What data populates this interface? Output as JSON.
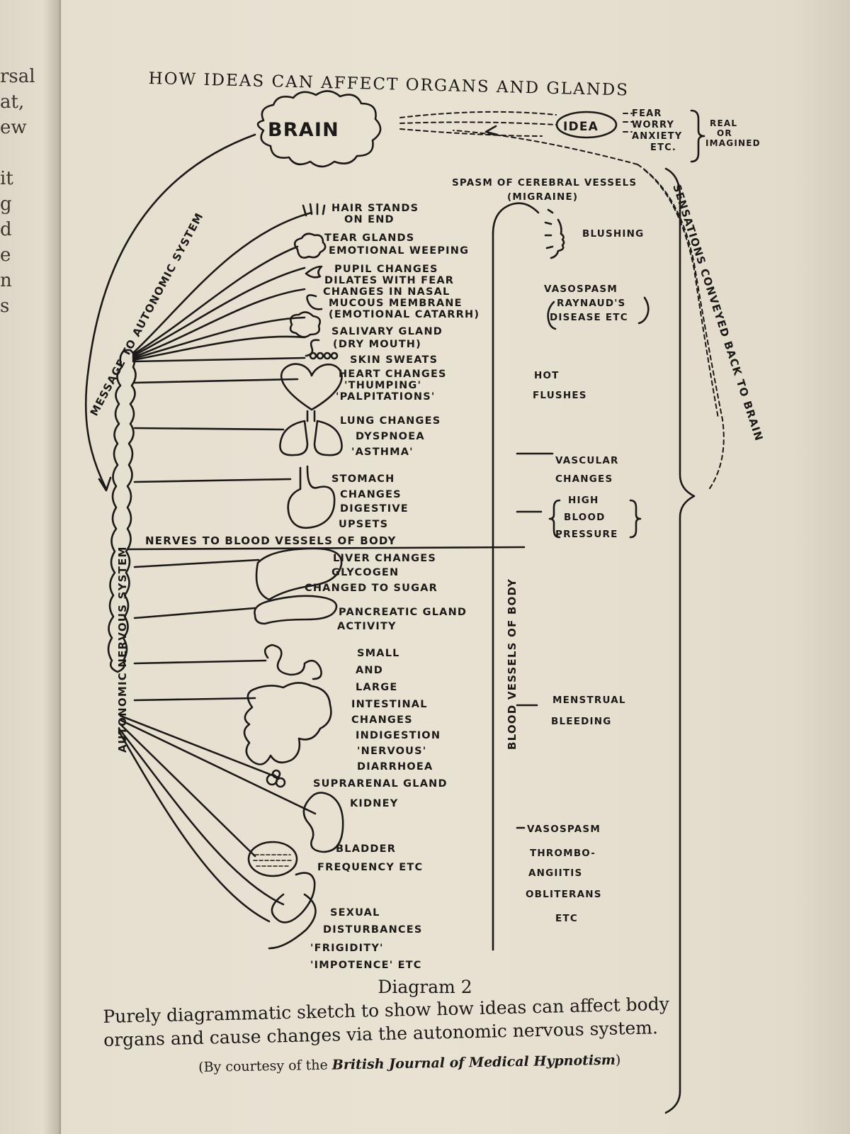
{
  "previous_page_fragments": [
    "rsal",
    "at,",
    "ew",
    "",
    "it",
    "g",
    "d",
    "e",
    "n",
    "s"
  ],
  "title": "HOW IDEAS CAN AFFECT ORGANS AND GLANDS",
  "diagram": {
    "brain": "BRAIN",
    "idea": "IDEA",
    "idea_causes": [
      "FEAR",
      "WORRY",
      "ANXIETY",
      "ETC."
    ],
    "real_or_imagined": [
      "REAL",
      "OR",
      "IMAGINED"
    ],
    "message_path": "MESSAGE TO AUTONOMIC SYSTEM",
    "return_path": "SENSATIONS CONVEYED BACK TO BRAIN",
    "spinal_label": "AUTONOMIC NERVOUS SYSTEM",
    "vessels_label": "BLOOD VESSELS OF BODY",
    "nerves_label": "NERVES TO BLOOD VESSELS OF BODY",
    "organ_labels": {
      "hair": [
        "HAIR STANDS",
        "ON END"
      ],
      "tear": [
        "TEAR GLANDS",
        "EMOTIONAL WEEPING"
      ],
      "pupil": [
        "PUPIL CHANGES",
        "DILATES WITH FEAR"
      ],
      "nasal": [
        "CHANGES IN NASAL",
        "MUCOUS MEMBRANE",
        "(EMOTIONAL CATARRH)"
      ],
      "salivary": [
        "SALIVARY GLAND",
        "(DRY MOUTH)"
      ],
      "skin": [
        "SKIN SWEATS"
      ],
      "heart": [
        "HEART CHANGES",
        "'THUMPING'",
        "'PALPITATIONS'"
      ],
      "lung": [
        "LUNG CHANGES",
        "DYSPNOEA",
        "'ASTHMA'"
      ],
      "stomach": [
        "STOMACH",
        "CHANGES",
        "DIGESTIVE",
        "UPSETS"
      ],
      "liver": [
        "LIVER CHANGES",
        "GLYCOGEN",
        "CHANGED TO SUGAR"
      ],
      "pancreas": [
        "PANCREATIC GLAND",
        "ACTIVITY"
      ],
      "intestine": [
        "SMALL",
        "AND",
        "LARGE",
        "INTESTINAL",
        "CHANGES",
        "INDIGESTION",
        "'NERVOUS'",
        "DIARRHOEA"
      ],
      "suprarenal": [
        "SUPRARENAL GLAND"
      ],
      "kidney": [
        "KIDNEY"
      ],
      "bladder": [
        "BLADDER",
        "FREQUENCY ETC"
      ],
      "sexual": [
        "SEXUAL",
        "DISTURBANCES",
        "'FRIGIDITY'",
        "'IMPOTENCE' ETC"
      ]
    },
    "vessel_labels": {
      "cerebral": [
        "SPASM OF CEREBRAL VESSELS",
        "(MIGRAINE)"
      ],
      "blushing": [
        "BLUSHING"
      ],
      "raynaud": [
        "VASOSPASM",
        "RAYNAUD'S",
        "DISEASE ETC"
      ],
      "flushes": [
        "HOT",
        "FLUSHES"
      ],
      "vascular": [
        "VASCULAR",
        "CHANGES"
      ],
      "pressure": [
        "HIGH",
        "BLOOD",
        "PRESSURE"
      ],
      "menstrual": [
        "MENSTRUAL",
        "BLEEDING"
      ],
      "thrombo": [
        "VASOSPASM",
        "THROMBO-",
        "ANGIITIS",
        "OBLITERANS",
        "ETC"
      ]
    }
  },
  "caption": {
    "title": "Diagram 2",
    "body": "Purely diagrammatic sketch to show how ideas can affect body organs and cause changes via the autonomic nervous system.",
    "credit_prefix": "(By courtesy of the",
    "credit_journal": "British Journal of Medical Hypnotism",
    "credit_suffix": ")"
  }
}
